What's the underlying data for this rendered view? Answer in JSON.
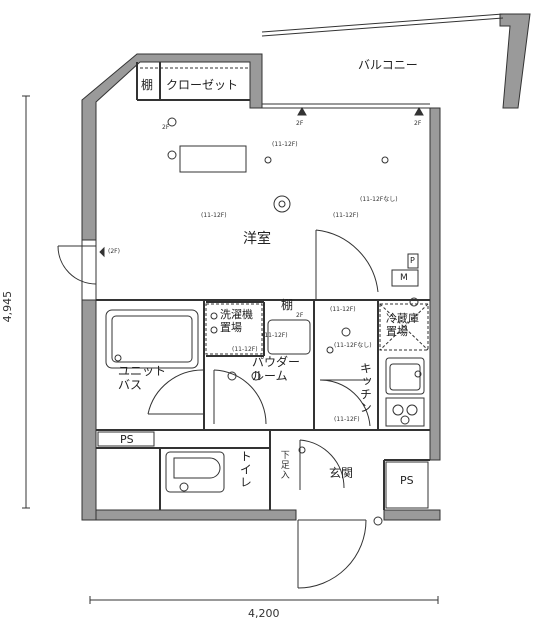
{
  "rooms": {
    "western": "洋室",
    "closet": "クローゼット",
    "shelf_closet": "棚",
    "shelf_small": "棚",
    "balcony": "バルコニー",
    "unit_bath": "ユニット\nバス",
    "powder": "パウダー\nルーム",
    "kitchen": "キッチン",
    "toilet": "トイレ",
    "entrance": "玄関",
    "shoe_storage": "下足入",
    "washer_area": "洗濯機\n置場",
    "fridge_area": "冷蔵庫\n置場",
    "ps_left": "PS",
    "ps_right": "PS"
  },
  "dimensions": {
    "width": "4,200",
    "height": "4,945"
  },
  "notes": {
    "f2_a": "2F",
    "f2_b": "2F",
    "f2_c": "2F",
    "f2_d": "(2F)",
    "f2_e": "2F",
    "f11_a": "(11-12F)",
    "f11_b": "(11-12F)",
    "f11_c": "(11-12F)",
    "f11_d": "(11-12Fなし)",
    "f11_e": "(11-12F)",
    "f11_f": "(11-12Fなし)",
    "f11_g": "(11-12F)",
    "f11_h": "(11-12F)",
    "f11_i": "(11-12F)",
    "meter": "M",
    "panel": "P"
  }
}
